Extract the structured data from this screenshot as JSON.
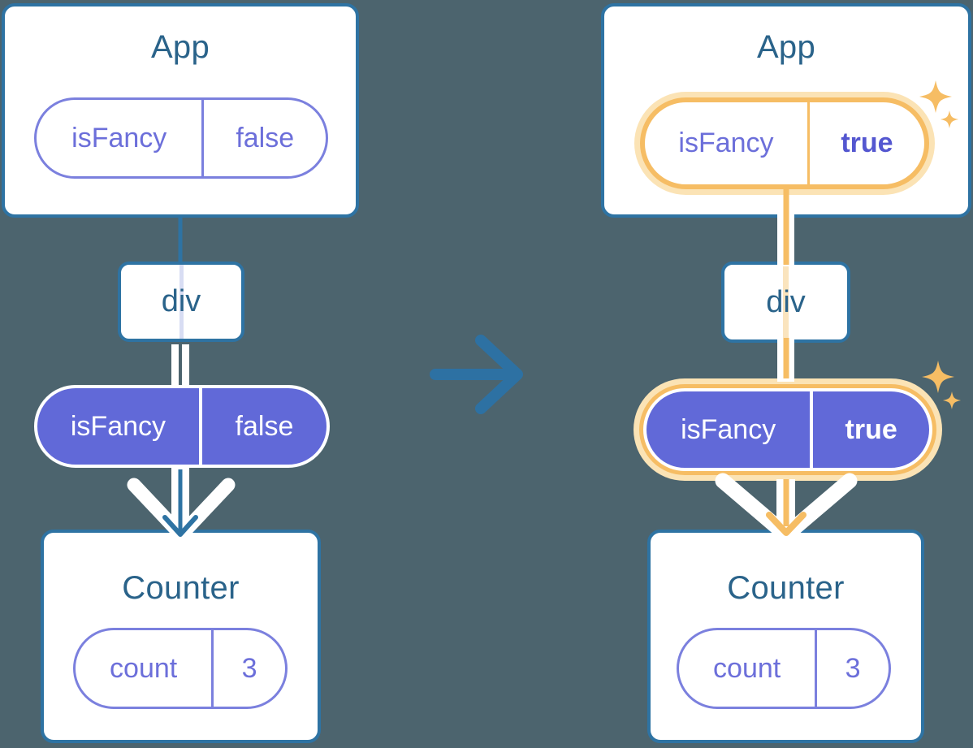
{
  "colors": {
    "background": "#4C646E",
    "card_border_blue": "#2E73A3",
    "title_text_blue": "#2A638A",
    "transition_arrow_blue": "#2D71A3",
    "pill_purple_fill": "#6169D8",
    "pill_purple_border": "#7B80DE",
    "pill_purple_text": "#6C6FDA",
    "true_text_purple": "#5457D0",
    "highlight_orange": "#F6BD64",
    "highlight_glow_peach": "#FBE3B5",
    "thru_line_lavender": "#D8DDF3",
    "thru_line_peach": "#FAE4BE",
    "white": "#FFFFFF"
  },
  "icons": {
    "sparkle": "four-point-star",
    "transition_arrow": "right-arrow",
    "delivery_arrowhead": "down-chevron"
  },
  "before": {
    "app": {
      "title": "App",
      "prop": {
        "name": "isFancy",
        "value": "false"
      }
    },
    "div": {
      "label": "div"
    },
    "passed_prop": {
      "name": "isFancy",
      "value": "false"
    },
    "counter": {
      "title": "Counter",
      "state": {
        "name": "count",
        "value": "3"
      }
    }
  },
  "after": {
    "app": {
      "title": "App",
      "prop": {
        "name": "isFancy",
        "value": "true"
      }
    },
    "div": {
      "label": "div"
    },
    "passed_prop": {
      "name": "isFancy",
      "value": "true"
    },
    "counter": {
      "title": "Counter",
      "state": {
        "name": "count",
        "value": "3"
      }
    }
  }
}
